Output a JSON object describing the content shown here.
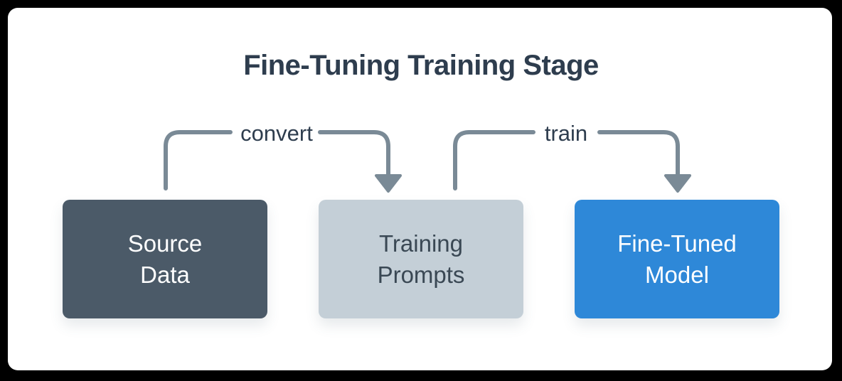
{
  "title": "Fine-Tuning Training Stage",
  "colors": {
    "frame": "#000000",
    "card": "#ffffff",
    "title_text": "#2e3d4e",
    "arrow": "#7a8a96",
    "arrow_label_text": "#2e3d4e",
    "source_box_bg": "#4b5a68",
    "source_box_text": "#ffffff",
    "prompts_box_bg": "#c4cfd7",
    "prompts_box_text": "#3a4854",
    "model_box_bg": "#2e88d8",
    "model_box_text": "#ffffff"
  },
  "boxes": [
    {
      "id": "source-data",
      "lines": [
        "Source",
        "Data"
      ]
    },
    {
      "id": "training-prompts",
      "lines": [
        "Training",
        "Prompts"
      ]
    },
    {
      "id": "fine-tuned-model",
      "lines": [
        "Fine-Tuned",
        "Model"
      ]
    }
  ],
  "arrows": [
    {
      "label": "convert",
      "from": "Source Data",
      "to": "Training Prompts"
    },
    {
      "label": "train",
      "from": "Training Prompts",
      "to": "Fine-Tuned Model"
    }
  ]
}
